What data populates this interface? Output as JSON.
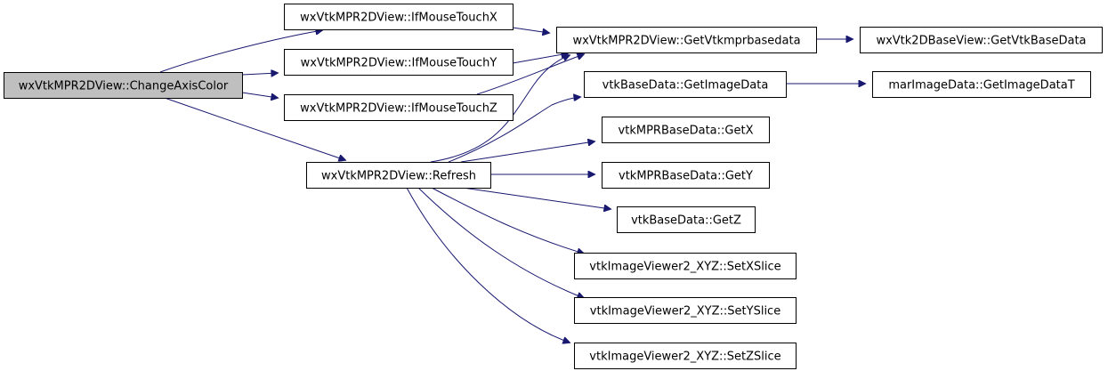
{
  "diagram": {
    "type": "call-graph",
    "nodes": [
      {
        "id": "change_axis_color",
        "label": "wxVtkMPR2DView::ChangeAxisColor",
        "root": true
      },
      {
        "id": "if_mouse_touch_x",
        "label": "wxVtkMPR2DView::IfMouseTouchX"
      },
      {
        "id": "if_mouse_touch_y",
        "label": "wxVtkMPR2DView::IfMouseTouchY"
      },
      {
        "id": "if_mouse_touch_z",
        "label": "wxVtkMPR2DView::IfMouseTouchZ"
      },
      {
        "id": "refresh",
        "label": "wxVtkMPR2DView::Refresh"
      },
      {
        "id": "get_vtkmprbasedata",
        "label": "wxVtkMPR2DView::GetVtkmprbasedata"
      },
      {
        "id": "get_vtk_base_data",
        "label": "wxVtk2DBaseView::GetVtkBaseData"
      },
      {
        "id": "get_image_data",
        "label": "vtkBaseData::GetImageData"
      },
      {
        "id": "get_image_data_t",
        "label": "marImageData::GetImageDataT"
      },
      {
        "id": "get_x",
        "label": "vtkMPRBaseData::GetX"
      },
      {
        "id": "get_y",
        "label": "vtkMPRBaseData::GetY"
      },
      {
        "id": "get_z",
        "label": "vtkBaseData::GetZ"
      },
      {
        "id": "set_x_slice",
        "label": "vtkImageViewer2_XYZ::SetXSlice"
      },
      {
        "id": "set_y_slice",
        "label": "vtkImageViewer2_XYZ::SetYSlice"
      },
      {
        "id": "set_z_slice",
        "label": "vtkImageViewer2_XYZ::SetZSlice"
      }
    ],
    "edges": [
      {
        "from": "change_axis_color",
        "to": "if_mouse_touch_x"
      },
      {
        "from": "change_axis_color",
        "to": "if_mouse_touch_y"
      },
      {
        "from": "change_axis_color",
        "to": "if_mouse_touch_z"
      },
      {
        "from": "change_axis_color",
        "to": "refresh"
      },
      {
        "from": "if_mouse_touch_x",
        "to": "get_vtkmprbasedata"
      },
      {
        "from": "if_mouse_touch_y",
        "to": "get_vtkmprbasedata"
      },
      {
        "from": "if_mouse_touch_z",
        "to": "get_vtkmprbasedata"
      },
      {
        "from": "refresh",
        "to": "get_vtkmprbasedata"
      },
      {
        "from": "get_vtkmprbasedata",
        "to": "get_vtk_base_data"
      },
      {
        "from": "refresh",
        "to": "get_image_data"
      },
      {
        "from": "get_image_data",
        "to": "get_image_data_t"
      },
      {
        "from": "refresh",
        "to": "get_x"
      },
      {
        "from": "refresh",
        "to": "get_y"
      },
      {
        "from": "refresh",
        "to": "get_z"
      },
      {
        "from": "refresh",
        "to": "set_x_slice"
      },
      {
        "from": "refresh",
        "to": "set_y_slice"
      },
      {
        "from": "refresh",
        "to": "set_z_slice"
      }
    ],
    "colors": {
      "edge": "#191970",
      "root_fill": "#bfbfbf",
      "node_fill": "#ffffff",
      "node_border": "#000000"
    }
  }
}
